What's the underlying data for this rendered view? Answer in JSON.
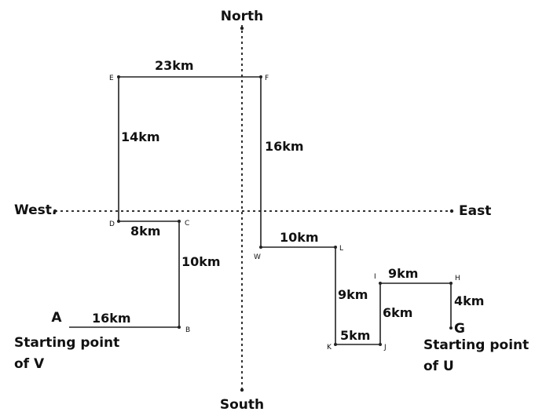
{
  "compass": {
    "north": "North",
    "south": "South",
    "west": "West.",
    "east": "East"
  },
  "points": {
    "A": "A",
    "B": "B",
    "C": "C",
    "D": "D",
    "E": "E",
    "F": "F",
    "W": "W",
    "L": "L",
    "K": "K",
    "J": "J",
    "I": "I",
    "H": "H",
    "G": "G"
  },
  "distances": {
    "AB": "16km",
    "BC": "10km",
    "CD": "8km",
    "DE": "14km",
    "EF": "23km",
    "FW": "16km",
    "WL": "10km",
    "LK": "9km",
    "KJ": "5km",
    "JI": "6km",
    "IH": "9km",
    "HG": "4km"
  },
  "starts": {
    "v_line1": "Starting point",
    "v_line2": "of V",
    "u_line1": "Starting point",
    "u_line2": "of U"
  }
}
